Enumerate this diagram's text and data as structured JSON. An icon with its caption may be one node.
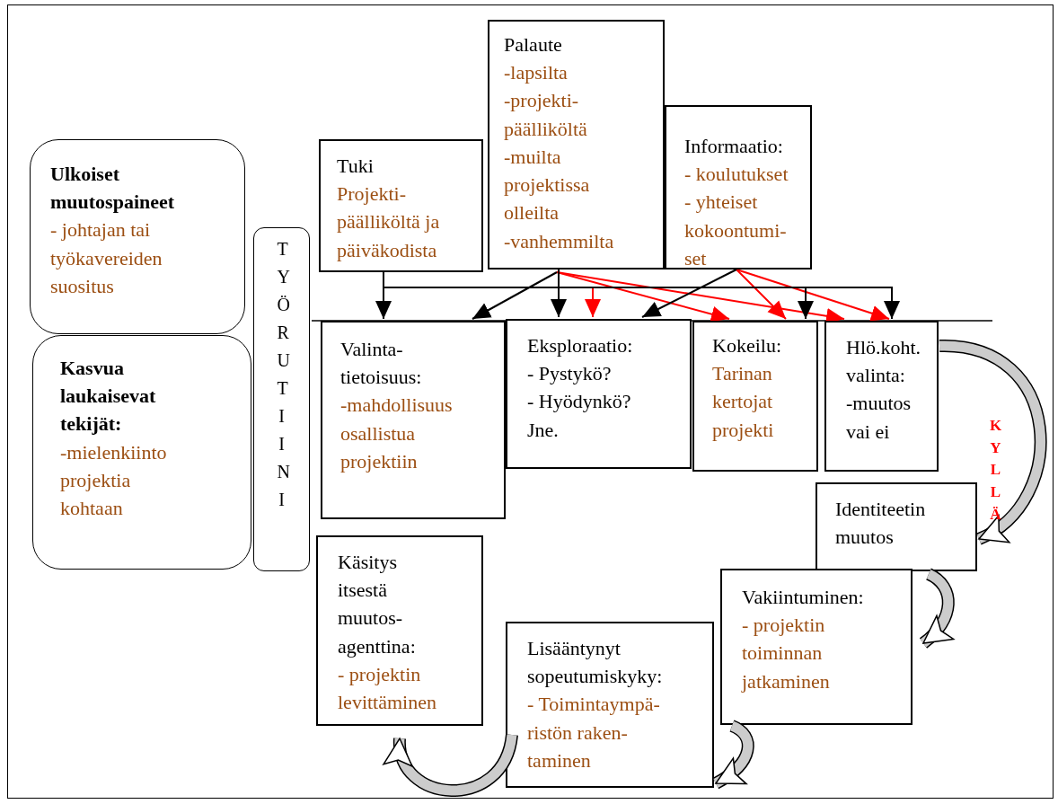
{
  "diagram": {
    "nodes": [
      {
        "text": [
          "Ulkoiset muutospaineet",
          "- johtajan tai työkavereiden suositus"
        ]
      },
      {
        "text": [
          "Kasvua laukaisevat tekijät:",
          "-mielenkiinto projektia kohtaan"
        ]
      },
      {
        "text": [
          "TYÖRUTIINI"
        ]
      },
      {
        "text": [
          "Tuki",
          "Projekti- päälliköltä ja päiväkodista"
        ]
      },
      {
        "text": [
          "Palaute",
          "-lapsilta",
          "-projekti- päälliköltä",
          "-muilta projektissa olleilta",
          "-vanhemmilta"
        ]
      },
      {
        "text": [
          "Informaatio:",
          "- koulutukset",
          "- yhteiset kokoontumi- set"
        ]
      },
      {
        "text": [
          "Valinta- tietoisuus:",
          "-mahdollisuus osallistua projektiin"
        ]
      },
      {
        "text": [
          "Eksploraatio:",
          "- Pystykö?",
          "- Hyödynkö?",
          "Jne."
        ]
      },
      {
        "text": [
          "Kokeilu:",
          "Tarinan kertojat projekti"
        ]
      },
      {
        "text": [
          "Hlö.koht. valinta:",
          "-muutos vai ei"
        ]
      },
      {
        "text": [
          "Identiteetin muutos"
        ]
      },
      {
        "text": [
          "Vakiintuminen:",
          "- projektin toiminnan jatkaminen"
        ]
      },
      {
        "text": [
          "Lisääntynyt sopeutumiskyky:",
          "- Toimintaympä- ristön raken- taminen"
        ]
      },
      {
        "text": [
          "Käsitys itsestä muutos- agenttina:",
          "- projektin levittäminen"
        ]
      }
    ],
    "edges": [
      {
        "from": 3,
        "to": 7,
        "arrow": "to",
        "color": "#ff0000"
      },
      {
        "from": 4,
        "to": 8,
        "arrow": "to",
        "color": "#ff0000"
      },
      {
        "from": 4,
        "to": 9,
        "arrow": "to",
        "color": "#ff0000"
      },
      {
        "from": 5,
        "to": 8,
        "arrow": "to",
        "color": "#ff0000"
      },
      {
        "from": 5,
        "to": 9,
        "arrow": "to",
        "color": "#ff0000"
      },
      {
        "from": 3,
        "to": 6,
        "arrow": "to"
      },
      {
        "from": 3,
        "to": 8,
        "arrow": "to"
      },
      {
        "from": 3,
        "to": 9,
        "arrow": "to"
      },
      {
        "from": 4,
        "to": 6,
        "arrow": "to"
      },
      {
        "from": 4,
        "to": 7,
        "arrow": "to"
      },
      {
        "from": 5,
        "to": 7,
        "arrow": "to"
      },
      {
        "from": 9,
        "to": 10,
        "arrow": "to",
        "label": "KYLLÄ",
        "style": "thick"
      },
      {
        "from": 10,
        "to": 11,
        "arrow": "to",
        "style": "thick"
      },
      {
        "from": 11,
        "to": 12,
        "arrow": "to",
        "style": "thick"
      },
      {
        "from": 12,
        "to": 13,
        "arrow": "to",
        "style": "thick"
      }
    ]
  }
}
